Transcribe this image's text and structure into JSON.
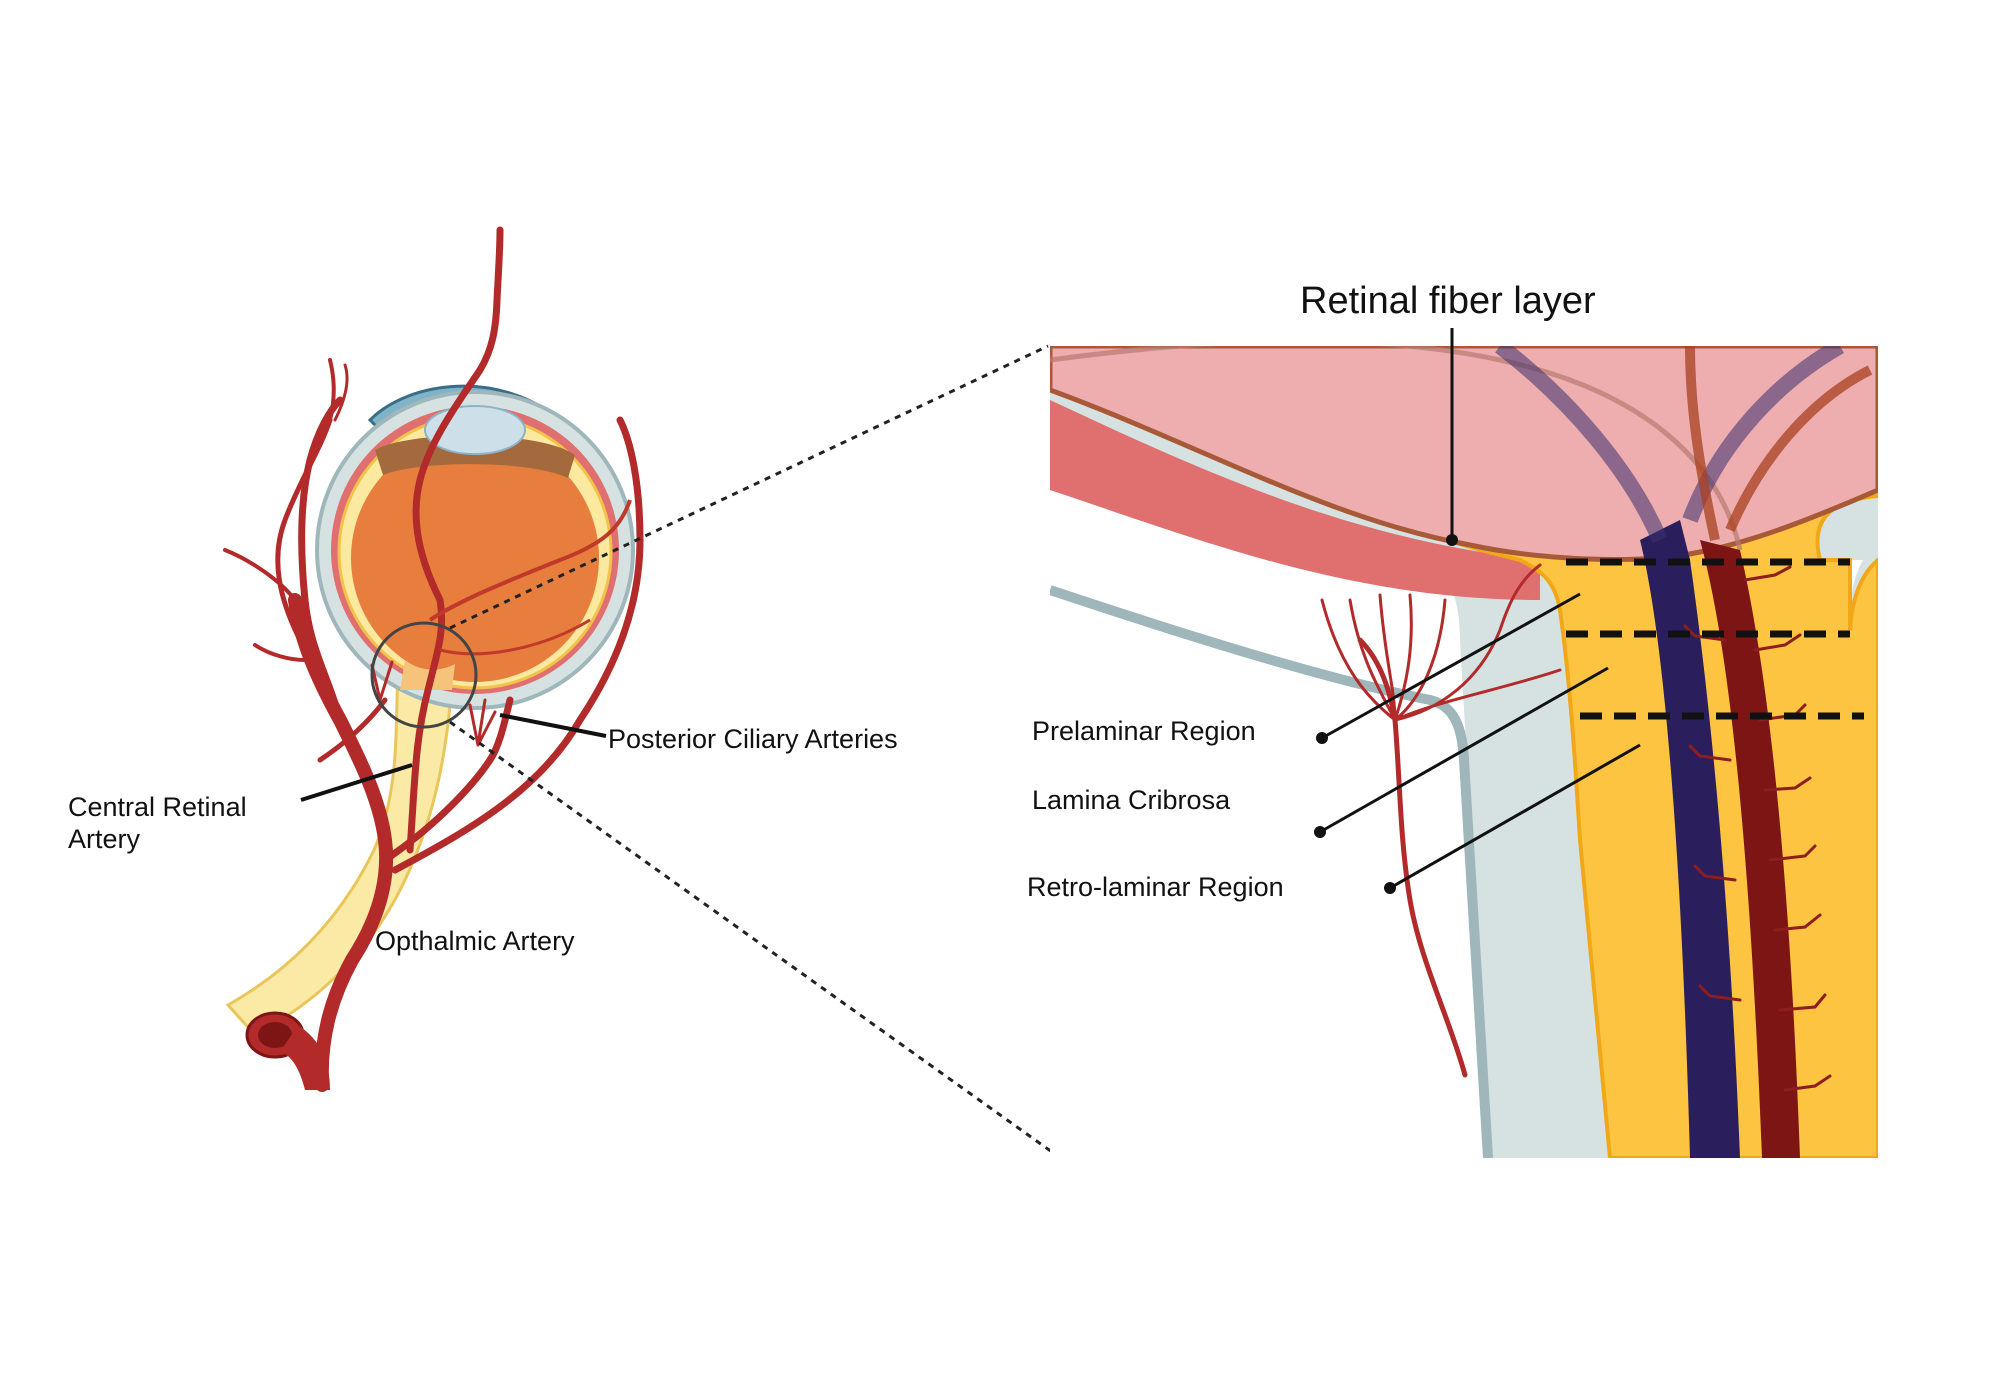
{
  "labels": {
    "retinal_fiber_layer": "Retinal fiber layer",
    "prelaminar_region": "Prelaminar Region",
    "lamina_cribrosa": "Lamina Cribrosa",
    "retro_laminar_region": "Retro-laminar Region",
    "posterior_ciliary_arteries": "Posterior Ciliary Arteries",
    "central_retinal_artery_line1": "Central Retinal",
    "central_retinal_artery_line2": "Artery",
    "opthalmic_artery": "Opthalmic Artery"
  },
  "colors": {
    "artery": "#b22a2a",
    "artery_dark": "#7e1515",
    "vein": "#2a1f5c",
    "nerve_yellow": "#fcc440",
    "nerve_pale": "#fbeaa6",
    "eye_orange": "#e77e3d",
    "retina_pink": "#eeadae",
    "sclera_gray": "#d6e2e2",
    "choroid_red": "#e07070"
  }
}
